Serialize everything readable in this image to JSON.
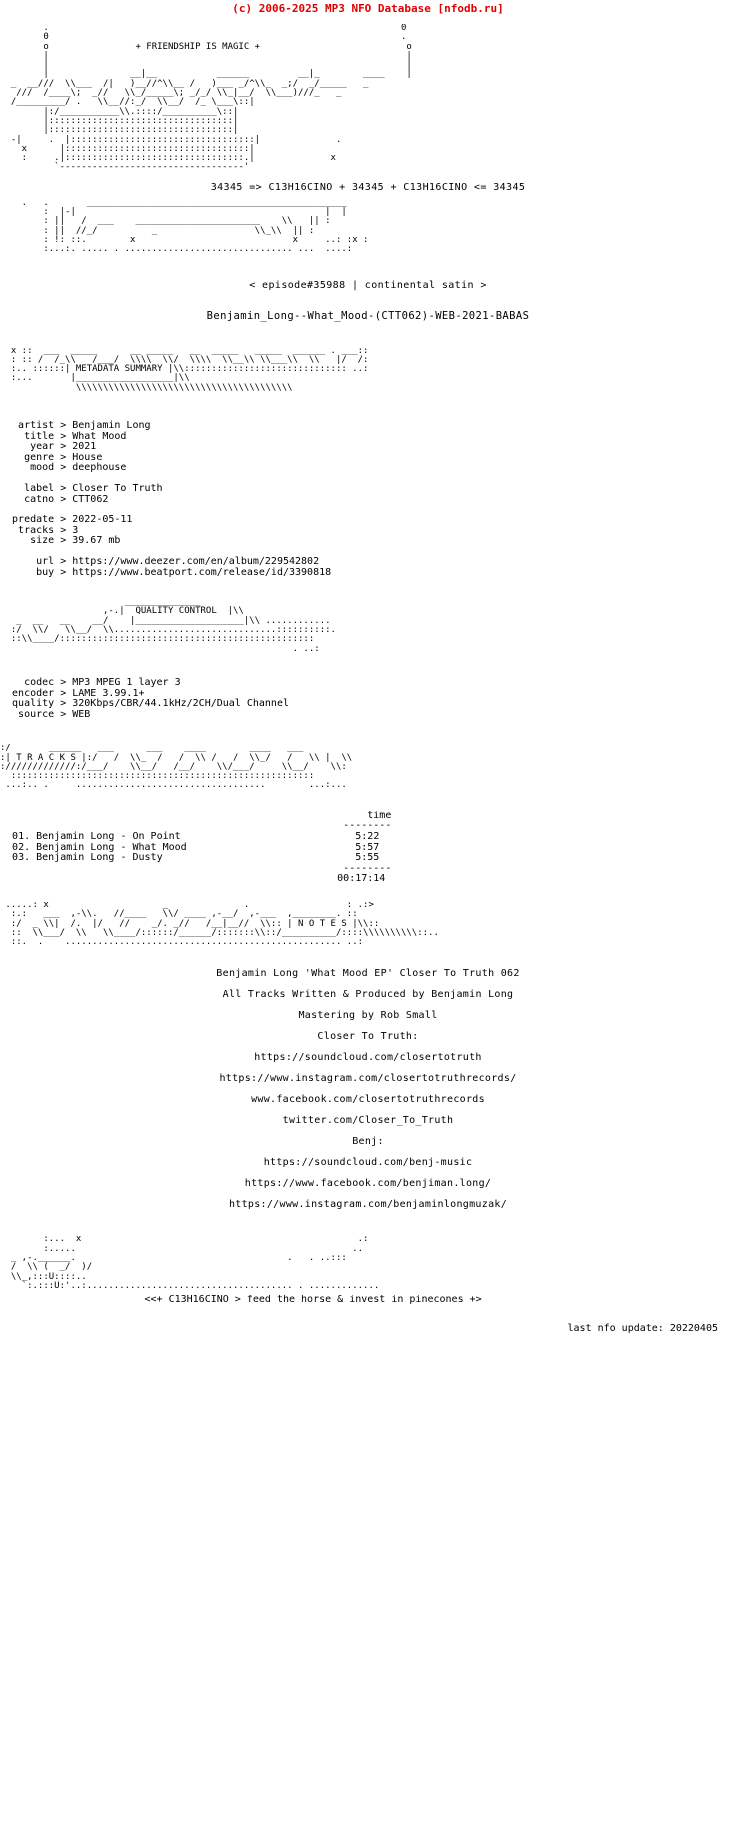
{
  "header": {
    "copyright": "(c) 2006-2025 MP3 NFO Database [nfodb.ru]",
    "copyright_color": "#e00000",
    "tagline": "+ FRIENDSHIP IS MAGIC +",
    "group_line": "34345 => C13H16CINO + 34345 + C13H16CINO <= 34345"
  },
  "release": {
    "episode": "< episode#35988 | continental satin >",
    "dirname": "Benjamin_Long--What_Mood-(CTT062)-WEB-2021-BABAS"
  },
  "sections": {
    "metadata_summary": "METADATA SUMMARY",
    "quality_control": "QUALITY CONTROL",
    "tracks": "T R A C K S",
    "notes": "N O T E S"
  },
  "metadata": {
    "group1": [
      {
        "key": "artist",
        "sep": ">",
        "value": "Benjamin Long"
      },
      {
        "key": "title",
        "sep": ">",
        "value": "What Mood"
      },
      {
        "key": "year",
        "sep": ">",
        "value": "2021"
      },
      {
        "key": "genre",
        "sep": ">",
        "value": "House"
      },
      {
        "key": "mood",
        "sep": ">",
        "value": "deephouse"
      }
    ],
    "group2": [
      {
        "key": "label",
        "sep": ">",
        "value": "Closer To Truth"
      },
      {
        "key": "catno",
        "sep": ">",
        "value": "CTT062"
      }
    ],
    "group3": [
      {
        "key": "predate",
        "sep": ">",
        "value": "2022-05-11"
      },
      {
        "key": "tracks",
        "sep": ">",
        "value": "3"
      },
      {
        "key": "size",
        "sep": ">",
        "value": "39.67 mb"
      }
    ],
    "group4": [
      {
        "key": "url",
        "sep": ">",
        "value": "https://www.deezer.com/en/album/229542802"
      },
      {
        "key": "buy",
        "sep": ">",
        "value": "https://www.beatport.com/release/id/3390818"
      }
    ]
  },
  "quality": [
    {
      "key": "codec",
      "sep": ">",
      "value": "MP3 MPEG 1 layer 3"
    },
    {
      "key": "encoder",
      "sep": ">",
      "value": "LAME 3.99.1+"
    },
    {
      "key": "quality",
      "sep": ">",
      "value": "320Kbps/CBR/44.1kHz/2CH/Dual Channel"
    },
    {
      "key": "source",
      "sep": ">",
      "value": "WEB"
    }
  ],
  "tracklist": {
    "time_header": "time",
    "rule": "--------",
    "items": [
      {
        "num": "01.",
        "artist": "Benjamin Long",
        "dash": "-",
        "title": "On Point",
        "time": "5:22"
      },
      {
        "num": "02.",
        "artist": "Benjamin Long",
        "dash": "-",
        "title": "What Mood",
        "time": "5:57"
      },
      {
        "num": "03.",
        "artist": "Benjamin Long",
        "dash": "-",
        "title": "Dusty",
        "time": "5:55"
      }
    ],
    "total": "00:17:14"
  },
  "notes": [
    "Benjamin Long 'What Mood EP' Closer To Truth 062",
    "All Tracks Written & Produced by Benjamin Long",
    "Mastering by Rob Small",
    "Closer To Truth:",
    "https://soundcloud.com/closertotruth",
    "https://www.instagram.com/closertotruthrecords/",
    "www.facebook.com/closertotruthrecords",
    "twitter.com/Closer_To_Truth",
    "Benj:",
    "https://soundcloud.com/benj-music",
    "https://www.facebook.com/benjiman.long/",
    "https://www.instagram.com/benjaminlongmuzak/"
  ],
  "bottom": {
    "greet": "<<+ C13H16CINO > feed the horse & invest in pinecones +>",
    "last_update": "last nfo update: 20220405"
  },
  "ascii": {
    "banner_top": "        .                                                                 0\n        0                                                                 .\n        o                + FRIENDSHIP IS MAGIC +                           o\n        |                                                                  |\n        |                                                                  |\n        |               __|__           ______         __|_        ____    |\n  _  __///  \\\\___  /|   )__//^\\\\__ /   )___ _/^\\\\_  _;/  _/_____   _\n   ///  /____\\;  _//   \\\\_/_____\\; _/_/ \\\\_|__/  \\\\___)///_   _\n  /_________/ .   \\\\__//:_/  \\\\__/  /_ \\___\\::|\n        |:/___________\\\\.::::/__________\\::|\n        |::::::::::::::::::::::::::::::::::|\n        |::::::::::::::::::::::::::::::::::|\n  -|     .  |::::::::::::::::::::::::::::::::::|              .\n    x      |::::::::::::::::::::::::::::::::::|\n    :     .|:::::::::::::::::::::::::::::::::.|              x\n          `----------------------------------'",
    "banner_mid": "    .   .       ________________________________________________\n        :  |-|                                              |  |\n        : ||   /  ___    _______________________    \\\\   || :\n        : ||  //_/          _                  \\\\_\\\\  || :\n        : !: ::.        x                             x     ..: :x :\n        :...:. ..... . ............................... ...  ....:",
    "meta_banner": "  x ::  ___  _____      __ _____   __  _____   _____  ______ . ___::\n  : :: /  /_\\\\   /___/  \\\\\\\\  \\\\/  \\\\\\\\  \\\\__\\\\ \\\\___\\\\  \\\\   |/  /:\n  :.. ::::::| METADATA SUMMARY |\\\\:::::::::::::::::::::::::::::: ..:\n  :...       |__________________|\\\\\n              \\\\\\\\\\\\\\\\\\\\\\\\\\\\\\\\\\\\\\\\\\\\\\\\\\\\\\\\\\\\\\\\\\\\\\\\\\\\\\\\",
    "qc_banner": "                       ______________\n                   ,-.|  QUALITY CONTROL  |\\\\\n   _  __   __    __/    |____________________|\\\\ ............\n  :/  \\\\/   \\\\__/  \\\\..............................::::::::::.\n  ::\\\\____/:::::::::::::::::::::::::::::::::::::::::::::::\n                                                      . ..:",
    "tracks_banner": ":/       ______   ___      ___    ____        ____   ___\n:| T R A C K S |:/   /  \\\\_  /   /  \\\\ /   /  \\\\_/   /   \\\\ |  \\\\\n://///////////:/___/    \\\\__/   /__/    \\\\/___/     \\\\__/    \\\\:\n  ::::::::::::::::::::::::::::::::::::::::::::::::::::::::\n ...:.. .     ...................................        ...:...",
    "notes_banner": " .....: x                     _              .                  : .:>\n  :.:   ___  ,-\\\\.   //____   \\\\/ ____ ,-__/  ,-___  ,________. ::\n  :/  _ \\\\|  /.  |/   //    _/. _//   /__|__//  \\\\:: | N O T E S |\\\\::\n  ::  \\\\___/  \\\\   \\\\____/::::::/______/:::::::\\\\::/__________/::::\\\\\\\\\\\\\\\\\\\\::..\n  ::.  .    ................................................... ..:",
    "bottom_art": "        :...  x                                                   .:\n        :.....                                                   ..\n  _ ,-.______.                                       .   . ..:::\n  /  \\\\ (  _/  )/\n  \\\\_,:::U::::..\n    `:.:::U:'..:...................................... . ............."
  }
}
